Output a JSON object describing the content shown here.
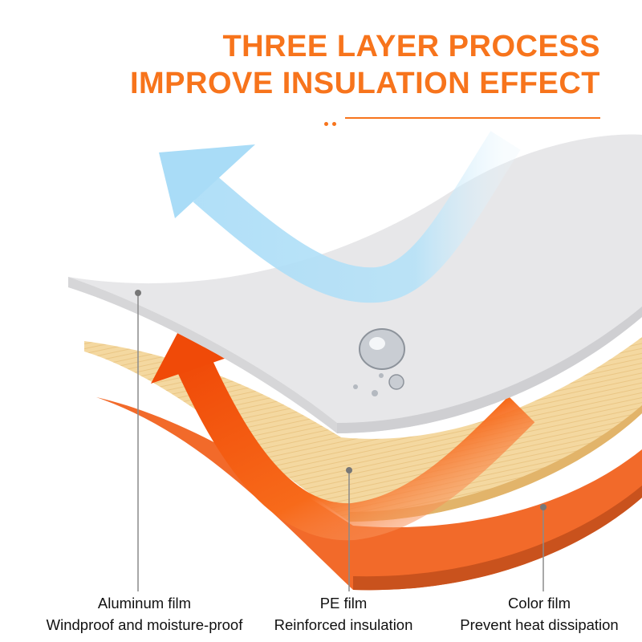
{
  "heading": {
    "line1": "THREE LAYER PROCESS",
    "line2": "IMPROVE INSULATION EFFECT"
  },
  "colors": {
    "accent": "#f7741c",
    "aluminum": "#e6e6e8",
    "pe": "#f4d8a0",
    "color_film": "#f26a2a",
    "cold_arrow": "#a9dcf7",
    "heat_arrow": "#f25a0f"
  },
  "layers": [
    {
      "name": "Aluminum film",
      "description": "Windproof and moisture-proof"
    },
    {
      "name": "PE film",
      "description": "Reinforced insulation"
    },
    {
      "name": "Color film",
      "description": "Prevent heat dissipation"
    }
  ]
}
